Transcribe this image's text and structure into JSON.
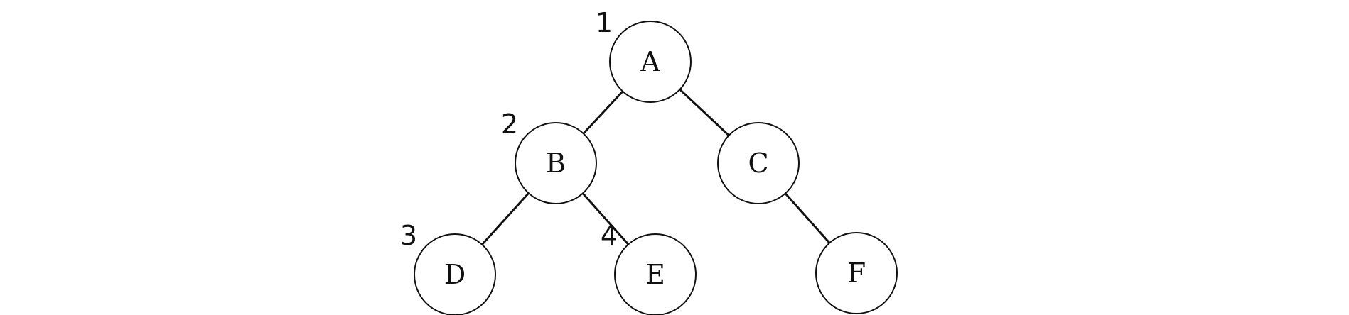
{
  "nodes": [
    {
      "id": "A",
      "label": "A",
      "order": "1"
    },
    {
      "id": "B",
      "label": "B",
      "order": "2"
    },
    {
      "id": "C",
      "label": "C",
      "order": ""
    },
    {
      "id": "D",
      "label": "D",
      "order": "3"
    },
    {
      "id": "E",
      "label": "E",
      "order": "4"
    },
    {
      "id": "F",
      "label": "F",
      "order": ""
    }
  ],
  "edges": [
    {
      "from": "A",
      "to": "B"
    },
    {
      "from": "A",
      "to": "C"
    },
    {
      "from": "B",
      "to": "D"
    },
    {
      "from": "B",
      "to": "E"
    },
    {
      "from": "C",
      "to": "F"
    }
  ]
}
